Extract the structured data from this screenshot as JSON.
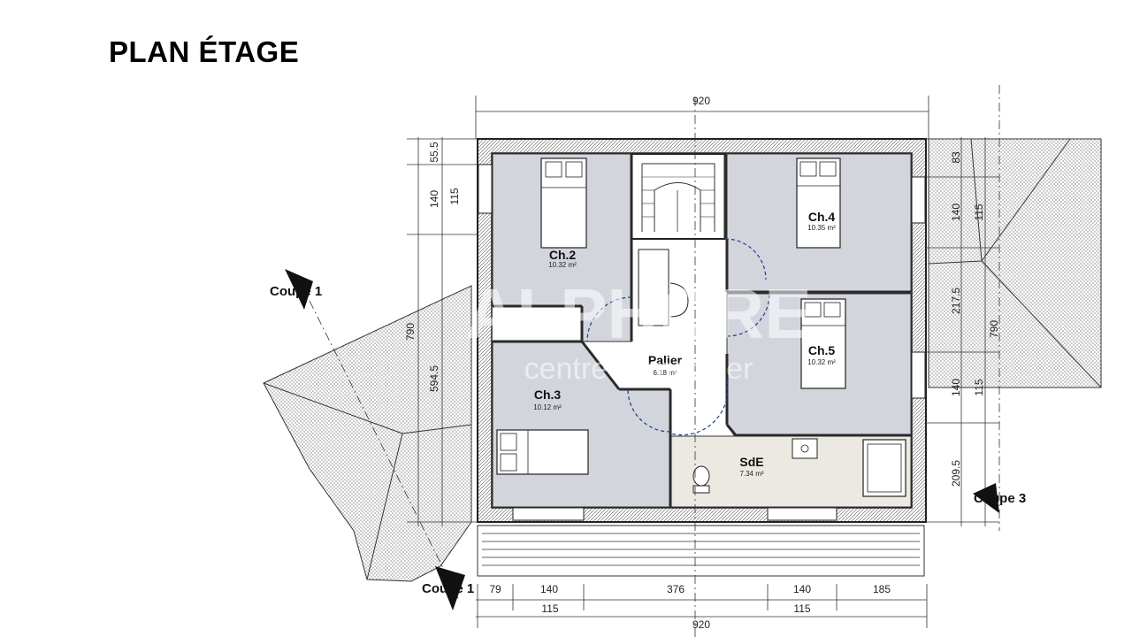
{
  "title": "PLAN ÉTAGE",
  "rooms": [
    {
      "name": "Ch.2",
      "area": "10.32 m²"
    },
    {
      "name": "Ch.4",
      "area": "10.35 m²"
    },
    {
      "name": "Ch.5",
      "area": "10.32 m²"
    },
    {
      "name": "Ch.3",
      "area": "10.12 m²"
    },
    {
      "name": "Palier",
      "area": "6.18 m²"
    },
    {
      "name": "SdE",
      "area": "7.34 m²"
    }
  ],
  "dimensions": {
    "top_total": "920",
    "bottom_total": "920",
    "bottom_segments": [
      "79",
      "140",
      "376",
      "140",
      "185"
    ],
    "bottom_sub": [
      "115",
      "115"
    ],
    "left_outer": [
      "55.5",
      "140",
      "790"
    ],
    "left_inner": [
      "115",
      "594.5"
    ],
    "right_inner": [
      "83",
      "140",
      "217.5",
      "140",
      "209.5"
    ],
    "right_outer": [
      "115",
      "790",
      "115"
    ]
  },
  "section_cuts": {
    "coupe1_top": "Coupe 1",
    "coupe1_bottom": "Coupe 1",
    "coupe3": "Coupe 3"
  },
  "watermark": {
    "brand": "ALPHORE",
    "tagline": "centre immobilier"
  },
  "colors": {
    "room_fill": "#d3d5dc",
    "bath_fill": "#ece9e3",
    "palier_fill": "#ffffff",
    "wall": "#2a2a2a",
    "roof_hatch": "#8a8a8a"
  }
}
